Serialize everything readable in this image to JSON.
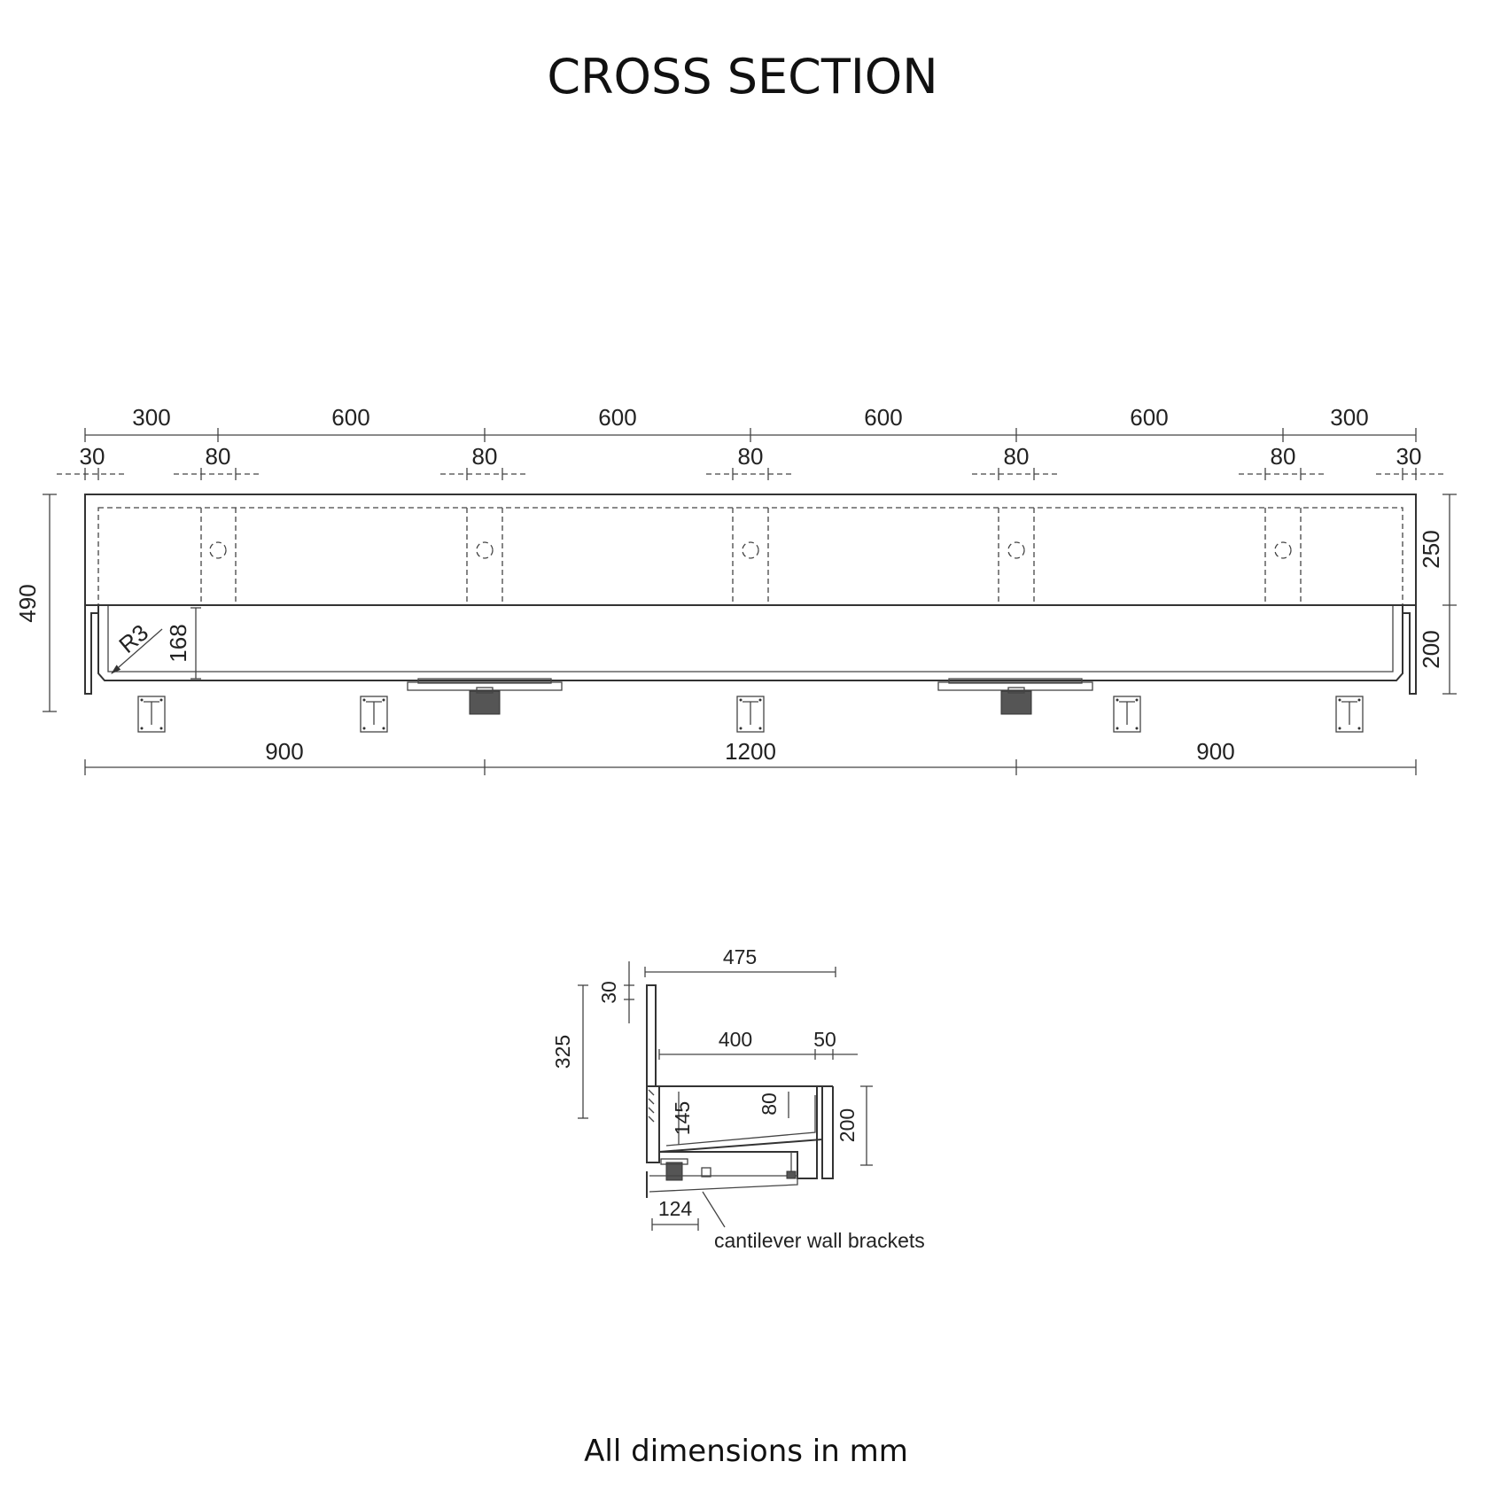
{
  "title": "CROSS SECTION",
  "footer": "All dimensions in mm",
  "plan": {
    "top_spacing": [
      "300",
      "600",
      "600",
      "600",
      "600",
      "300"
    ],
    "top_sub": [
      "30",
      "80",
      "80",
      "80",
      "80",
      "80",
      "30"
    ],
    "overall_height": "490",
    "right_upper": "250",
    "right_lower": "200",
    "radius": "R3",
    "inner_depth": "168",
    "bottom_spacing": [
      "900",
      "1200",
      "900"
    ]
  },
  "section": {
    "width_475": "475",
    "dim_30": "30",
    "dim_325": "325",
    "dim_400": "400",
    "dim_50": "50",
    "dim_200": "200",
    "dim_145": "145",
    "dim_80": "80",
    "dim_124": "124",
    "bracket_note": "cantilever wall brackets"
  }
}
